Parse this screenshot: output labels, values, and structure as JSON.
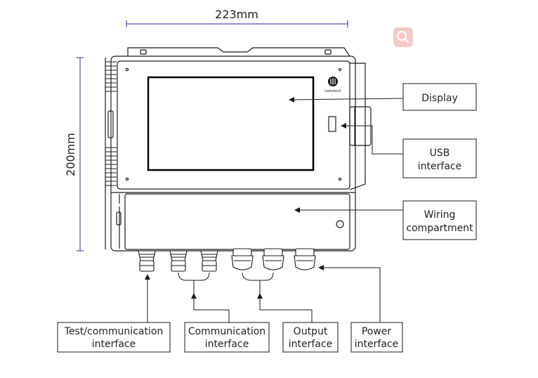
{
  "dimensions": {
    "width_label": "223mm",
    "height_label": "200mm"
  },
  "device": {
    "brand": "nebotech"
  },
  "callouts": {
    "display": {
      "lines": [
        "Display"
      ]
    },
    "usb": {
      "lines": [
        "USB",
        "interface"
      ]
    },
    "wiring": {
      "lines": [
        "Wiring",
        "compartment"
      ]
    },
    "test": {
      "lines": [
        "Test/communication",
        "interface"
      ]
    },
    "communication": {
      "lines": [
        "Communication",
        "interface"
      ]
    },
    "output": {
      "lines": [
        "Output",
        "interface"
      ]
    },
    "power": {
      "lines": [
        "Power",
        "interface"
      ]
    }
  },
  "colors": {
    "line": "#1a1a1a",
    "dimension": "#2a2aa0",
    "badge": "#f6c9c9"
  }
}
